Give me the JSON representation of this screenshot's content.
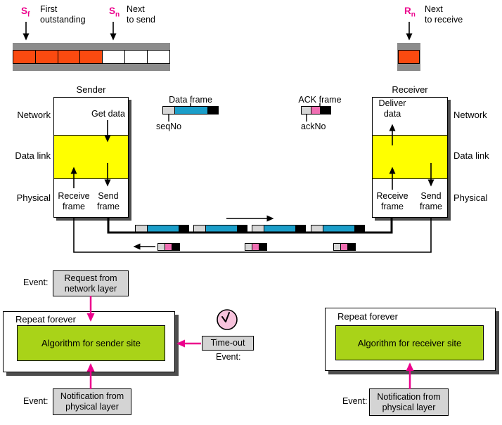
{
  "colors": {
    "magenta": "#ec008c",
    "orange": "#fa4a10",
    "window_gray": "#8c8c8c",
    "layer_yellow": "#ffff00",
    "algo_green": "#a9d318",
    "frame_cyan": "#1b9ec9",
    "frame_pink": "#f06eb2",
    "frame_gray": "#d6d6d6",
    "event_box_gray": "#d4d4d4",
    "clock_pink": "#f7c3dc",
    "shadow_gray": "#4d4d4d"
  },
  "sender_window": {
    "sf_base": "S",
    "sf_sub": "f",
    "sf_caption": "First\noutstanding",
    "sn_base": "S",
    "sn_sub": "n",
    "sn_caption": "Next\nto send",
    "cells": [
      "filled",
      "filled",
      "filled",
      "filled",
      "empty",
      "empty",
      "empty"
    ]
  },
  "receiver_window": {
    "rn_base": "R",
    "rn_sub": "n",
    "rn_caption": "Next\nto receive",
    "cells": [
      "filled"
    ]
  },
  "sender_stack": {
    "title": "Sender",
    "layers": [
      "Network",
      "Data link",
      "Physical"
    ],
    "get_data": "Get data",
    "receive_frame": "Receive\nframe",
    "send_frame": "Send\nframe"
  },
  "receiver_stack": {
    "title": "Receiver",
    "layers": [
      "Network",
      "Data link",
      "Physical"
    ],
    "deliver_data": "Deliver\ndata",
    "receive_frame": "Receive\nframe",
    "send_frame": "Send\nframe"
  },
  "frame_legend": {
    "data_frame_label": "Data frame",
    "seqno_label": "seqNo",
    "ack_frame_label": "ACK frame",
    "ackno_label": "ackNo"
  },
  "in_transit": {
    "data_frames": 4,
    "ack_frames": 3
  },
  "sender_site": {
    "event_label_top": "Event:",
    "request_box": "Request from\nnetwork layer",
    "repeat_label": "Repeat forever",
    "algorithm_label": "Algorithm for sender site",
    "event_label_bottom": "Event:",
    "notification_box": "Notification from\nphysical layer"
  },
  "timeout": {
    "box_label": "Time-out",
    "event_label": "Event:"
  },
  "receiver_site": {
    "repeat_label": "Repeat forever",
    "algorithm_label": "Algorithm for receiver site",
    "event_label": "Event:",
    "notification_box": "Notification from\nphysical layer"
  }
}
